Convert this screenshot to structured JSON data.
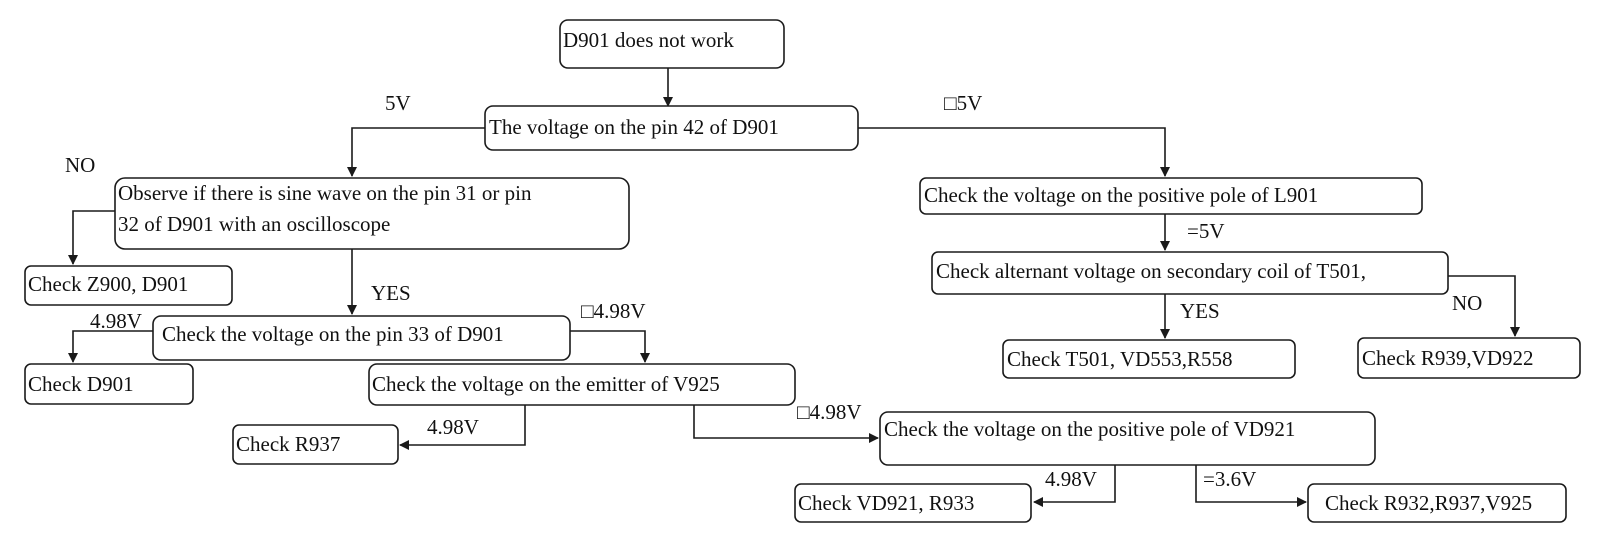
{
  "nodes": {
    "start": "D901 does not work",
    "pin42": "The voltage on the pin 42 of  D901",
    "sine_line1": "Observe if there is sine wave on the pin 31 or pin",
    "sine_line2": "32 of D901 with an oscilloscope",
    "z900": "Check Z900, D901",
    "pin33": "Check the voltage on the pin 33 of D901",
    "d901": "Check D901",
    "emitter": "Check the voltage on the emitter of V925",
    "r937": "Check R937",
    "vd921_pole": "Check the voltage on the positive pole of VD921",
    "vd921_r933": "Check VD921, R933",
    "r932": "Check R932,R937,V925",
    "l901": "Check the voltage on the positive pole of L901",
    "t501_coil": "Check alternant voltage on secondary coil of T501,",
    "t501_check": "Check T501, VD553,R558",
    "r939": "Check R939,VD922"
  },
  "edge_labels": {
    "pin42_left": "5V",
    "pin42_right": "□5V",
    "sine_no": "NO",
    "sine_yes": "YES",
    "pin33_left": "4.98V",
    "pin33_right": "□4.98V",
    "emitter_left": "4.98V",
    "emitter_right": "□4.98V",
    "vd921_left": "4.98V",
    "vd921_right": "=3.6V",
    "l901_eq": "=5V",
    "t501_yes": "YES",
    "t501_no": "NO"
  }
}
